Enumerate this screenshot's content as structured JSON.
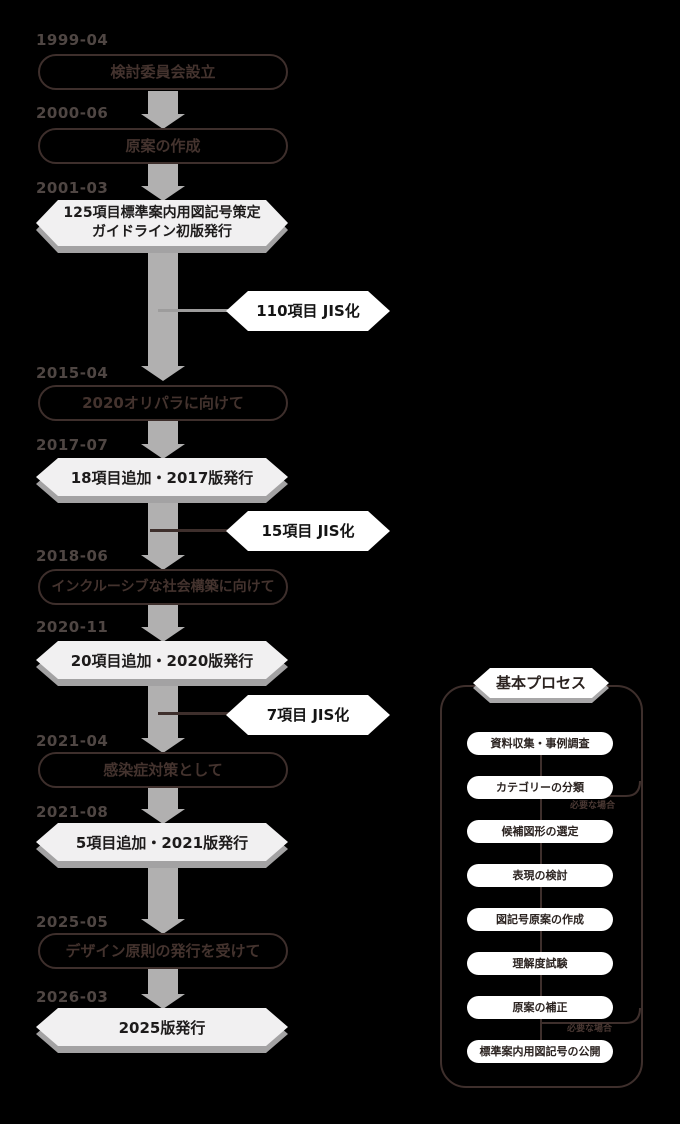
{
  "colors": {
    "background": "#000000",
    "date_text": "#4f4643",
    "phase_outline": "#3e2f2c",
    "arrow_gray": "#b1b0b0",
    "hexagon_shadow": "#a3a2a3",
    "milestone_bg": "#f1f0f1",
    "jis_bg": "#ffffff",
    "connector_gray": "#9d9c9c",
    "connector_dark": "#3e2f2c"
  },
  "timeline": {
    "items": [
      {
        "date": "1999-04",
        "label": "検討委員会設立",
        "style": "phase"
      },
      {
        "date": "2000-06",
        "label": "原案の作成",
        "style": "phase"
      },
      {
        "date": "2001-03",
        "label_lines": [
          "125項目標準案内用図記号策定",
          "ガイドライン初版発行"
        ],
        "style": "milestone"
      },
      {
        "label": "110項目 JIS化",
        "style": "jis-branch"
      },
      {
        "date": "2015-04",
        "label": "2020オリパラに向けて",
        "style": "phase"
      },
      {
        "date": "2017-07",
        "label": "18項目追加・2017版発行",
        "style": "milestone"
      },
      {
        "label": "15項目 JIS化",
        "style": "jis-branch"
      },
      {
        "date": "2018-06",
        "label": "インクルーシブな社会構築に向けて",
        "style": "phase"
      },
      {
        "date": "2020-11",
        "label": "20項目追加・2020版発行",
        "style": "milestone"
      },
      {
        "label": "7項目 JIS化",
        "style": "jis-branch"
      },
      {
        "date": "2021-04",
        "label": "感染症対策として",
        "style": "phase"
      },
      {
        "date": "2021-08",
        "label": "5項目追加・2021版発行",
        "style": "milestone"
      },
      {
        "date": "2025-05",
        "label": "デザイン原則の発行を受けて",
        "style": "phase"
      },
      {
        "date": "2026-03",
        "label": "2025版発行",
        "style": "milestone"
      }
    ]
  },
  "process": {
    "title": "基本プロセス",
    "steps": [
      "資料収集・事例調査",
      "カテゴリーの分類",
      "候補図形の選定",
      "表現の検討",
      "図記号原案の作成",
      "理解度試験",
      "原案の補正",
      "標準案内用図記号の公開"
    ],
    "loop_label_top": "必要な場合",
    "loop_label_bottom": "必要な場合"
  }
}
